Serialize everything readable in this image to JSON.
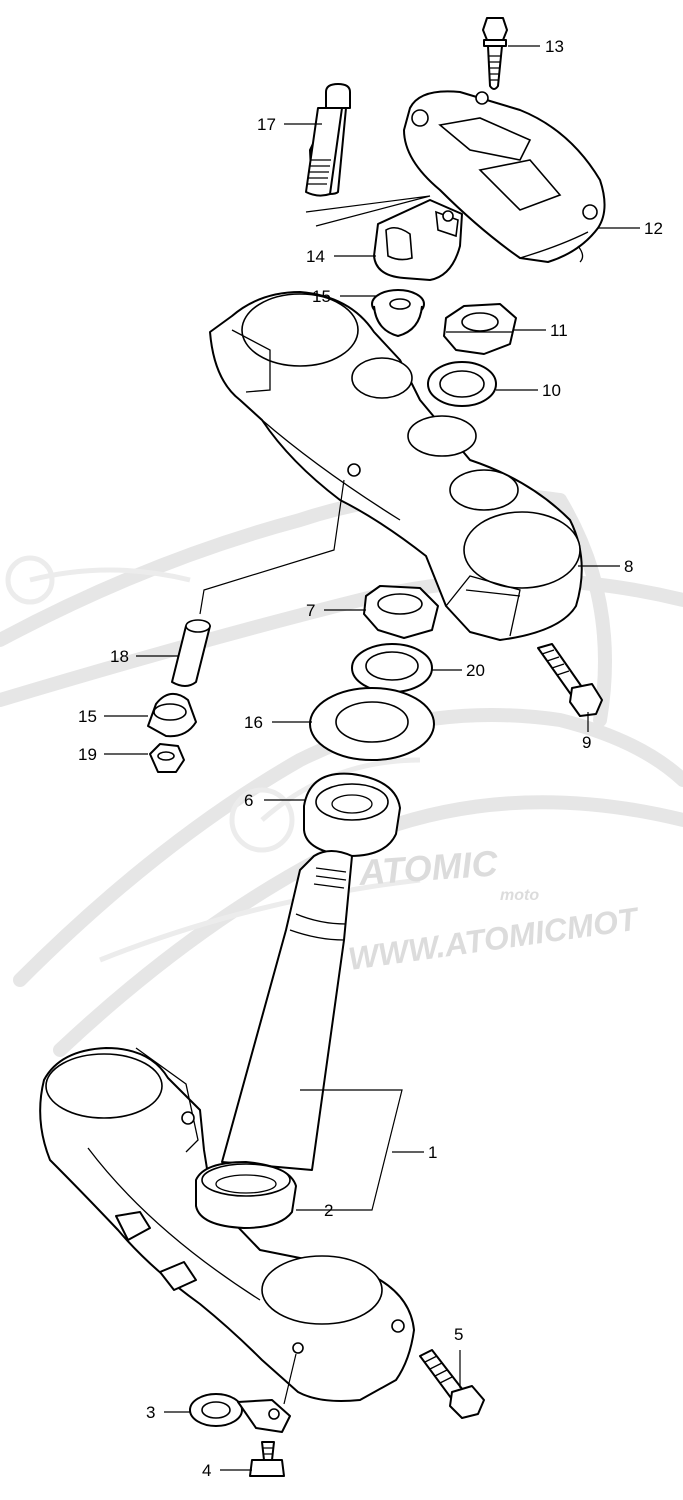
{
  "watermark": {
    "brand": "ATOMIC",
    "sub": "moto",
    "url": "WWW.ATOMICMOT"
  },
  "parts": [
    {
      "id": "p1",
      "label": "1"
    },
    {
      "id": "p2",
      "label": "2"
    },
    {
      "id": "p3",
      "label": "3"
    },
    {
      "id": "p4",
      "label": "4"
    },
    {
      "id": "p5",
      "label": "5"
    },
    {
      "id": "p6",
      "label": "6"
    },
    {
      "id": "p7",
      "label": "7"
    },
    {
      "id": "p8",
      "label": "8"
    },
    {
      "id": "p9",
      "label": "9"
    },
    {
      "id": "p10",
      "label": "10"
    },
    {
      "id": "p11",
      "label": "11"
    },
    {
      "id": "p12",
      "label": "12"
    },
    {
      "id": "p13",
      "label": "13"
    },
    {
      "id": "p14",
      "label": "14"
    },
    {
      "id": "p15a",
      "label": "15"
    },
    {
      "id": "p15b",
      "label": "15"
    },
    {
      "id": "p16",
      "label": "16"
    },
    {
      "id": "p17",
      "label": "17"
    },
    {
      "id": "p18",
      "label": "18"
    },
    {
      "id": "p19",
      "label": "19"
    },
    {
      "id": "p20",
      "label": "20"
    }
  ]
}
